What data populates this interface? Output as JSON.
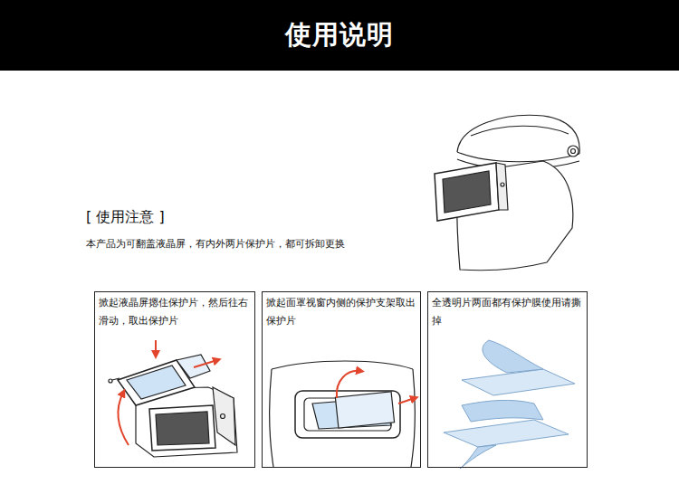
{
  "diagram": {
    "title": "使用说明",
    "nodes": [
      {
        "text": [
          "掀起液晶屏摁住保护片，然后往右滑动，取出保护片"
        ]
      },
      {
        "text": [
          "掀起面罩视窗内侧的保护支架取出保护片"
        ]
      },
      {
        "text": [
          "全透明片两面都有保护膜使用请撕掉"
        ]
      }
    ],
    "labels": [
      "[ 使用注意 ]",
      "本产品为可翻盖液晶屏，有内外两片保护片，都可拆卸更换"
    ]
  }
}
